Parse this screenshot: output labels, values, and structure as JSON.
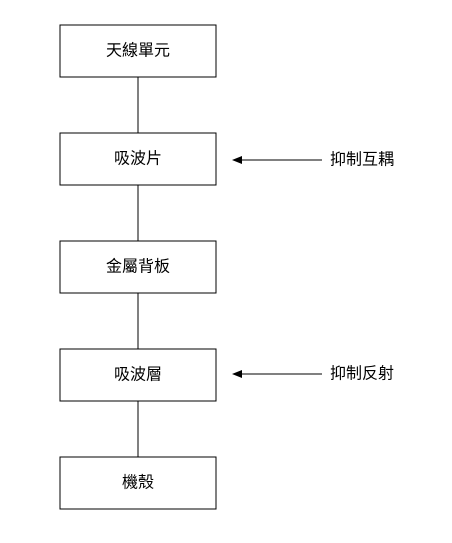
{
  "boxes": [
    {
      "label": "天線單元"
    },
    {
      "label": "吸波片"
    },
    {
      "label": "金屬背板"
    },
    {
      "label": "吸波層"
    },
    {
      "label": "機殼"
    }
  ],
  "annotations": [
    {
      "label": "抑制互耦",
      "target_box": 1
    },
    {
      "label": "抑制反射",
      "target_box": 3
    }
  ]
}
